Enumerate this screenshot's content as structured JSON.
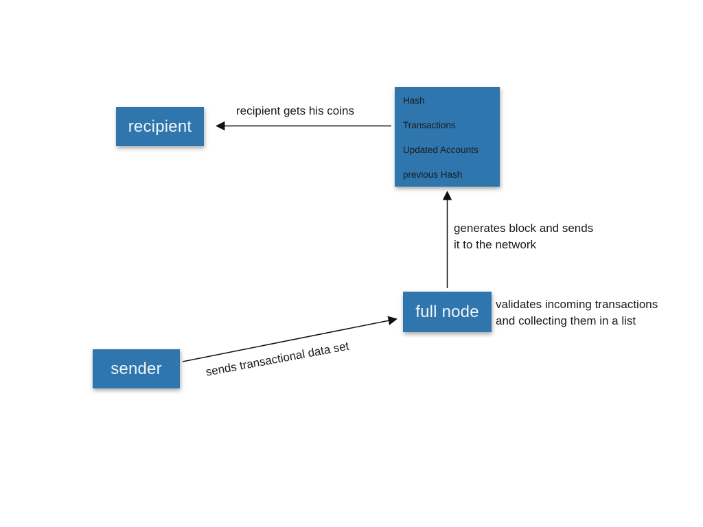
{
  "diagram": {
    "colors": {
      "box_fill": "#2e76ad",
      "box_text": "#f2f4f5",
      "block_text": "#1b1b1b",
      "arrow": "#111111"
    },
    "nodes": {
      "recipient": {
        "label": "recipient"
      },
      "sender": {
        "label": "sender"
      },
      "full_node": {
        "label": "full node"
      },
      "block": {
        "lines": [
          "Hash",
          "Transactions",
          "Updated Accounts",
          "previous Hash"
        ]
      }
    },
    "edges": {
      "recipient_coins": {
        "label": "recipient gets his coins"
      },
      "generates_block": {
        "lines": [
          "generates block and sends",
          "it to the network"
        ]
      },
      "validates": {
        "lines": [
          "validates incoming transactions",
          "and collecting them in a list"
        ]
      },
      "sends_data": {
        "label": "sends transactional data set"
      }
    }
  }
}
